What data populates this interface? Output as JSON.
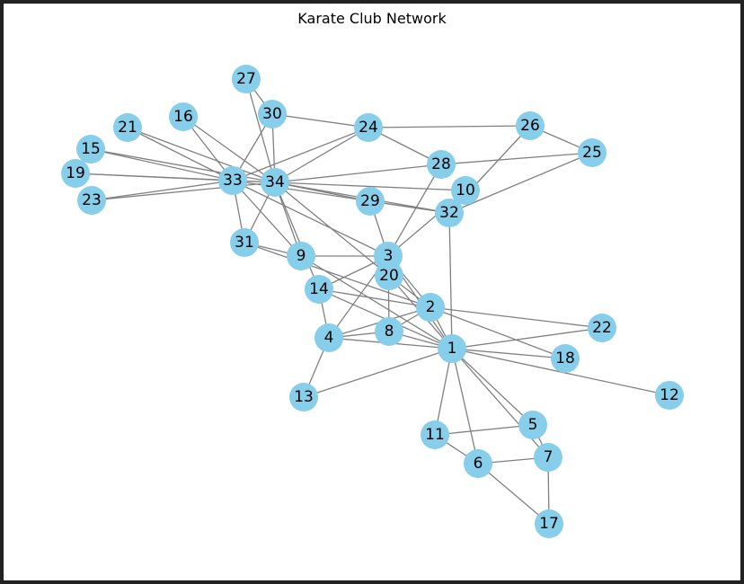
{
  "title": "Karate Club Network",
  "colors": {
    "node_fill": "#87ceeb",
    "edge": "#808080",
    "frame": "#222222",
    "background": "#ffffff"
  },
  "nodes": [
    "1",
    "2",
    "3",
    "4",
    "5",
    "6",
    "7",
    "8",
    "9",
    "10",
    "11",
    "12",
    "13",
    "14",
    "15",
    "16",
    "17",
    "18",
    "19",
    "20",
    "21",
    "22",
    "23",
    "24",
    "25",
    "26",
    "27",
    "28",
    "29",
    "30",
    "31",
    "32",
    "33",
    "34"
  ],
  "edges": [
    [
      "1",
      "2"
    ],
    [
      "1",
      "3"
    ],
    [
      "1",
      "4"
    ],
    [
      "1",
      "5"
    ],
    [
      "1",
      "6"
    ],
    [
      "1",
      "7"
    ],
    [
      "1",
      "8"
    ],
    [
      "1",
      "9"
    ],
    [
      "1",
      "11"
    ],
    [
      "1",
      "12"
    ],
    [
      "1",
      "13"
    ],
    [
      "1",
      "14"
    ],
    [
      "1",
      "18"
    ],
    [
      "1",
      "20"
    ],
    [
      "1",
      "22"
    ],
    [
      "1",
      "32"
    ],
    [
      "2",
      "3"
    ],
    [
      "2",
      "4"
    ],
    [
      "2",
      "8"
    ],
    [
      "2",
      "14"
    ],
    [
      "2",
      "18"
    ],
    [
      "2",
      "20"
    ],
    [
      "2",
      "22"
    ],
    [
      "2",
      "31"
    ],
    [
      "3",
      "4"
    ],
    [
      "3",
      "8"
    ],
    [
      "3",
      "9"
    ],
    [
      "3",
      "10"
    ],
    [
      "3",
      "14"
    ],
    [
      "3",
      "28"
    ],
    [
      "3",
      "29"
    ],
    [
      "3",
      "33"
    ],
    [
      "4",
      "8"
    ],
    [
      "4",
      "13"
    ],
    [
      "4",
      "14"
    ],
    [
      "5",
      "7"
    ],
    [
      "5",
      "11"
    ],
    [
      "6",
      "7"
    ],
    [
      "6",
      "11"
    ],
    [
      "6",
      "17"
    ],
    [
      "7",
      "17"
    ],
    [
      "9",
      "31"
    ],
    [
      "9",
      "33"
    ],
    [
      "9",
      "34"
    ],
    [
      "10",
      "34"
    ],
    [
      "14",
      "34"
    ],
    [
      "15",
      "33"
    ],
    [
      "15",
      "34"
    ],
    [
      "16",
      "33"
    ],
    [
      "16",
      "34"
    ],
    [
      "19",
      "33"
    ],
    [
      "19",
      "34"
    ],
    [
      "20",
      "34"
    ],
    [
      "21",
      "33"
    ],
    [
      "21",
      "34"
    ],
    [
      "23",
      "33"
    ],
    [
      "23",
      "34"
    ],
    [
      "24",
      "26"
    ],
    [
      "24",
      "28"
    ],
    [
      "24",
      "30"
    ],
    [
      "24",
      "33"
    ],
    [
      "24",
      "34"
    ],
    [
      "25",
      "26"
    ],
    [
      "25",
      "28"
    ],
    [
      "25",
      "32"
    ],
    [
      "26",
      "32"
    ],
    [
      "27",
      "30"
    ],
    [
      "27",
      "34"
    ],
    [
      "28",
      "34"
    ],
    [
      "29",
      "32"
    ],
    [
      "29",
      "34"
    ],
    [
      "30",
      "33"
    ],
    [
      "30",
      "34"
    ],
    [
      "31",
      "33"
    ],
    [
      "31",
      "34"
    ],
    [
      "32",
      "33"
    ],
    [
      "32",
      "34"
    ],
    [
      "33",
      "34"
    ]
  ]
}
